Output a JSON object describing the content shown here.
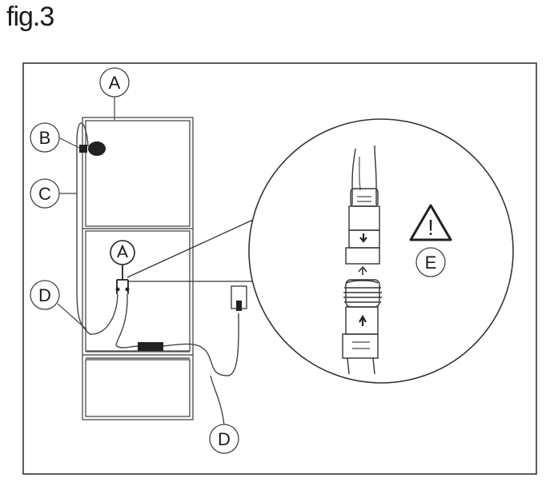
{
  "figure": {
    "title": "fig.3",
    "callouts": {
      "a": "A",
      "b": "B",
      "c": "C",
      "d_left": "D",
      "d_bottom": "D",
      "e": "E"
    },
    "warning_icon": "warning-triangle-icon",
    "warning_symbol": "!"
  }
}
